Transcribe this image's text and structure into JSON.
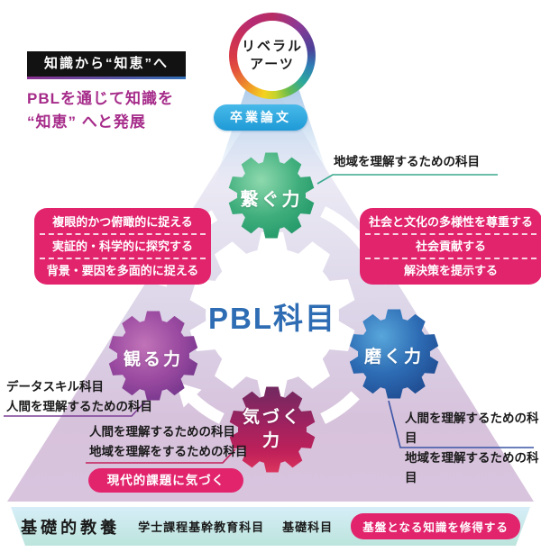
{
  "header": {
    "black_badge": "知識から“知恵”へ",
    "tagline_line1": "PBLを通じて知識を",
    "tagline_line2": "“知恵” へと発展"
  },
  "apex": {
    "circle_line1": "リベラル",
    "circle_line2": "アーツ",
    "thesis_badge": "卒業論文"
  },
  "center": {
    "label": "PBL科目"
  },
  "gears": {
    "top": {
      "name": "繋ぐ力",
      "note": "地域を理解するための科目"
    },
    "left": {
      "name": "観る力",
      "note1": "データスキル科目",
      "note2": "人間を理解するための科目"
    },
    "bottom": {
      "name_line1": "気づく",
      "name_line2": "力",
      "note1": "人間を理解するための科目",
      "note2": "地域を理解をするための科目",
      "badge": "現代的課題に気づく"
    },
    "right": {
      "name": "磨く力",
      "note1": "人間を理解するための科目",
      "note2": "地域を理解するための科目"
    }
  },
  "left_box": {
    "rows": [
      "複眼的かつ俯瞰的に捉える",
      "実証的・科学的に探究する",
      "背景・要因を多面的に捉える"
    ]
  },
  "right_box": {
    "rows": [
      "社会と文化の多様性を尊重する",
      "社会貢献する",
      "解決策を提示する"
    ]
  },
  "foundation": {
    "title": "基礎的教養",
    "item1": "学士課程基幹教育科目",
    "item2": "基礎科目",
    "badge": "基盤となる知識を修得する"
  },
  "colors": {
    "accent_pink": "#e2246d",
    "tagline_magenta": "#a62c8a",
    "pbl_text_blue": "#2e6db4",
    "tri_top": "#f5f7fc",
    "tri_mid": "#dcd5e8",
    "tri_low": "#d7c2dc",
    "tri_bottom": "#d9c4de",
    "beam_blue": "#a6c7e8",
    "gear_green_light": "#8ed9ae",
    "gear_green_mid": "#3fae7c",
    "gear_green_dark": "#1e9465",
    "gear_purple_light": "#c173b8",
    "gear_purple_mid": "#9a4aa0",
    "gear_purple_dark": "#662e84",
    "gear_red_top": "#6f2a60",
    "gear_red_mid": "#c02159",
    "gear_red_bottom": "#e0395f",
    "gear_blue_light": "#58a6db",
    "gear_blue_mid": "#2d6cb4",
    "gear_blue_dark": "#1c4388",
    "line_green": "#3aa98e",
    "line_purple": "#7c3f96",
    "line_red": "#c2205a",
    "line_blue": "#3a55a5",
    "band_top": "#d6eef8",
    "band_bottom": "#bce4dc"
  }
}
